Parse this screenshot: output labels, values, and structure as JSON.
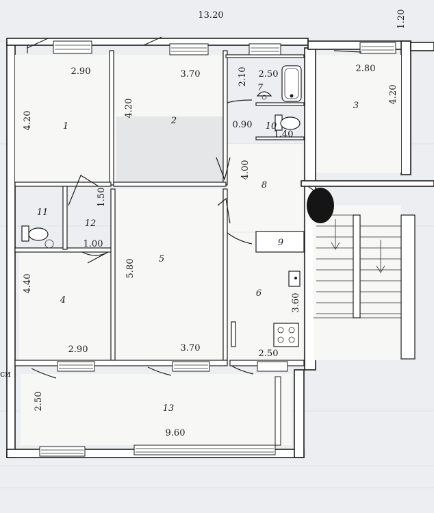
{
  "plan": {
    "overall_width": "13.20",
    "right_top_dim": "1.20",
    "edge_text": "си",
    "rooms": [
      {
        "id": "1",
        "width": "2.90",
        "length": "4.20"
      },
      {
        "id": "2",
        "width": "3.70",
        "length": "4.20"
      },
      {
        "id": "3",
        "width": "2.80",
        "length": "4.20"
      },
      {
        "id": "4",
        "width": "2.90",
        "length": "4.40"
      },
      {
        "id": "5",
        "width": "3.70",
        "length": "5.80"
      },
      {
        "id": "6",
        "width": "2.50",
        "length": "3.60"
      },
      {
        "id": "7",
        "width": "2.50",
        "length": "2.10"
      },
      {
        "id": "8",
        "width": "0.90",
        "length": "4.00"
      },
      {
        "id": "9"
      },
      {
        "id": "10",
        "width": "1.40"
      },
      {
        "id": "11"
      },
      {
        "id": "12",
        "width": "1.00",
        "length": "1.50"
      },
      {
        "id": "13",
        "width": "9.60",
        "length": "2.50"
      }
    ]
  }
}
